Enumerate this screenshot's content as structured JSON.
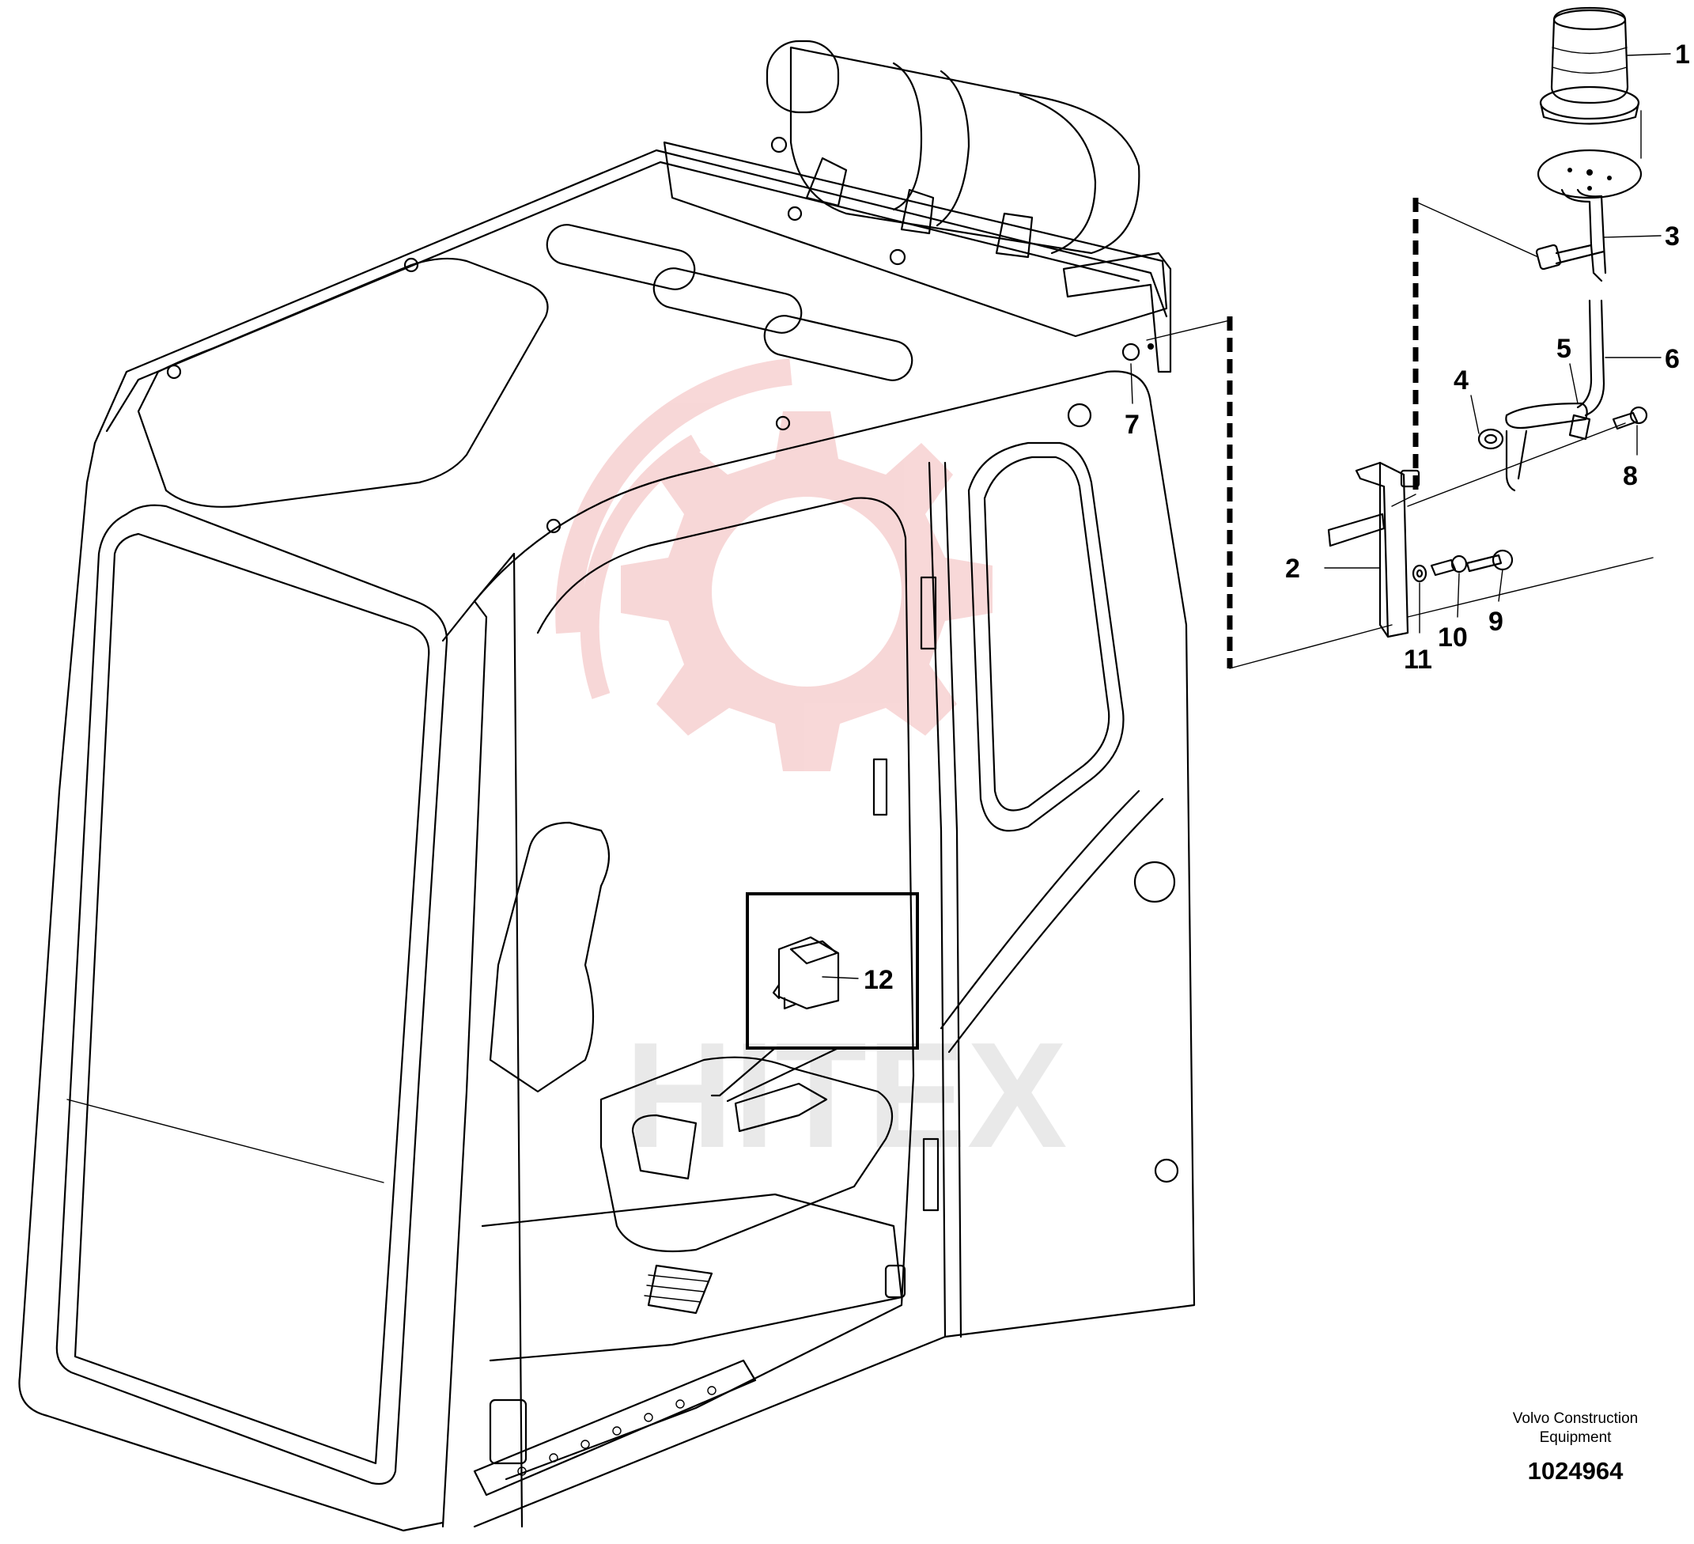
{
  "callouts": [
    {
      "id": "1",
      "text": "1"
    },
    {
      "id": "2",
      "text": "2"
    },
    {
      "id": "3",
      "text": "3"
    },
    {
      "id": "4",
      "text": "4"
    },
    {
      "id": "5",
      "text": "5"
    },
    {
      "id": "6",
      "text": "6"
    },
    {
      "id": "7",
      "text": "7"
    },
    {
      "id": "8",
      "text": "8"
    },
    {
      "id": "9",
      "text": "9"
    },
    {
      "id": "10",
      "text": "10"
    },
    {
      "id": "11",
      "text": "11"
    },
    {
      "id": "12",
      "text": "12"
    }
  ],
  "credit": {
    "company": "Volvo Construction Equipment",
    "drawing_number": "1024964"
  },
  "watermark": {
    "text": "HITEX",
    "color": "#f2b8b8",
    "text_color": "#dcdcdc"
  }
}
